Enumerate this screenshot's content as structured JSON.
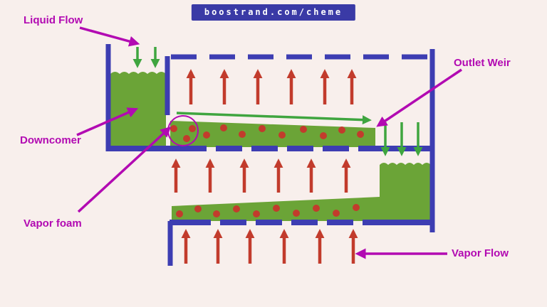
{
  "banner": {
    "text": "boostrand.com/cheme"
  },
  "labels": {
    "liquid_flow": "Liquid Flow",
    "downcomer": "Downcomer",
    "vapor_foam": "Vapor foam",
    "outlet_weir": "Outlet Weir",
    "vapor_flow": "Vapor Flow"
  },
  "colors": {
    "background": "#f8efec",
    "structure_blue": "#3d3db2",
    "liquid_green": "#6ba437",
    "arrow_green": "#3fa53f",
    "vapor_red": "#c23b2c",
    "annotation_magenta": "#b20ab2",
    "banner_background": "#3a3aa6",
    "banner_text": "#ffffff"
  }
}
